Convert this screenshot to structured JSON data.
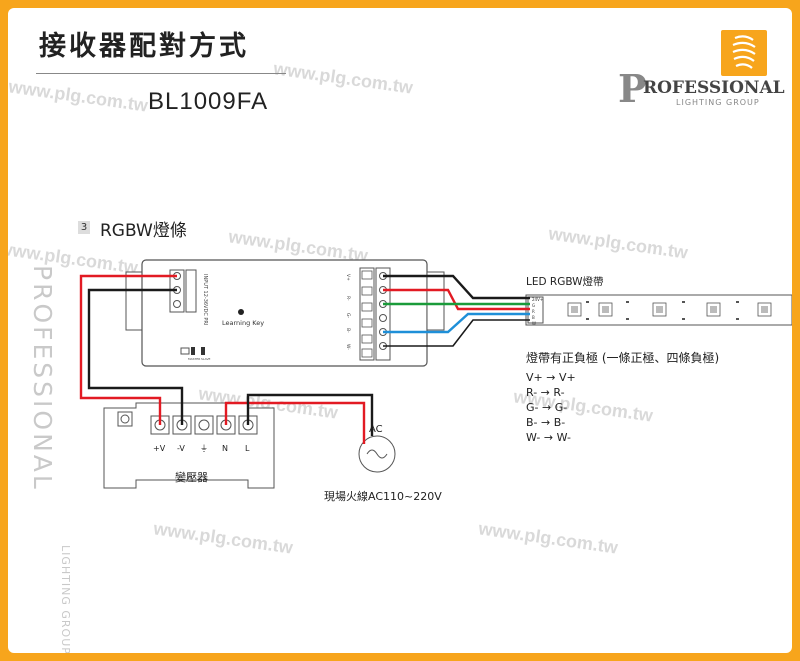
{
  "title": "接收器配對方式",
  "model": "BL1009FA",
  "section": {
    "number": "3",
    "title": "RGBW燈條"
  },
  "watermark": "www.plg.com.tw",
  "brand": {
    "name_initial": "P",
    "name_rest": "ROFESSIONAL",
    "sub": "LIGHTING GROUP",
    "vertical_main": "PROFESSIONAL",
    "vertical_sub": "LIGHTING GROUP"
  },
  "controller": {
    "learning_key": "Learning Key",
    "input_label": "INPUT 12-36VDC PRI",
    "switch_labels": [
      "MASTER",
      "SLAVE"
    ],
    "output_labels": [
      "V+",
      "R-",
      "G-",
      "B-",
      "W-"
    ]
  },
  "strip": {
    "title": "LED RGBW燈帶",
    "pin_labels": [
      "24V+",
      "G",
      "R",
      "B",
      "W"
    ],
    "note": "燈帶有正負極 (一條正極、四條負極)",
    "mapping": [
      "V+ → V+",
      "R- → R-",
      "G- → G-",
      "B- → B-",
      "W- → W-"
    ]
  },
  "transformer": {
    "name": "變壓器",
    "terminals": [
      "+V",
      "-V",
      "⏚",
      "N",
      "L"
    ]
  },
  "ac": {
    "label": "AC",
    "caption": "現場火線AC110~220V"
  },
  "colors": {
    "frame": "#f7a51c",
    "wire_red": "#e21a23",
    "wire_black": "#1a1a1a",
    "wire_green": "#1a9b3a",
    "wire_blue": "#1e8fd8"
  }
}
